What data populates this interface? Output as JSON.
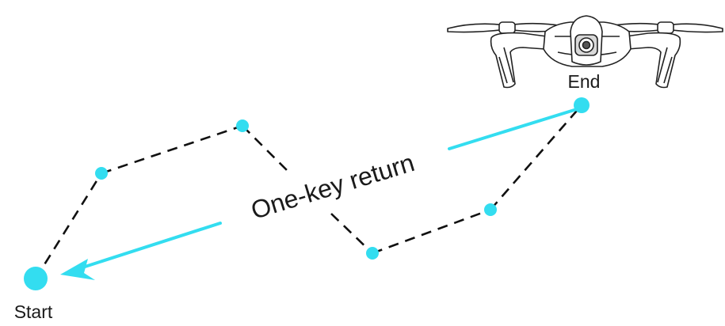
{
  "labels": {
    "end": "End",
    "start": "Start",
    "return": "One-key return"
  },
  "colors": {
    "accent": "#33ddf0",
    "path": "#111111"
  },
  "icons": {
    "drone": "drone-icon"
  }
}
